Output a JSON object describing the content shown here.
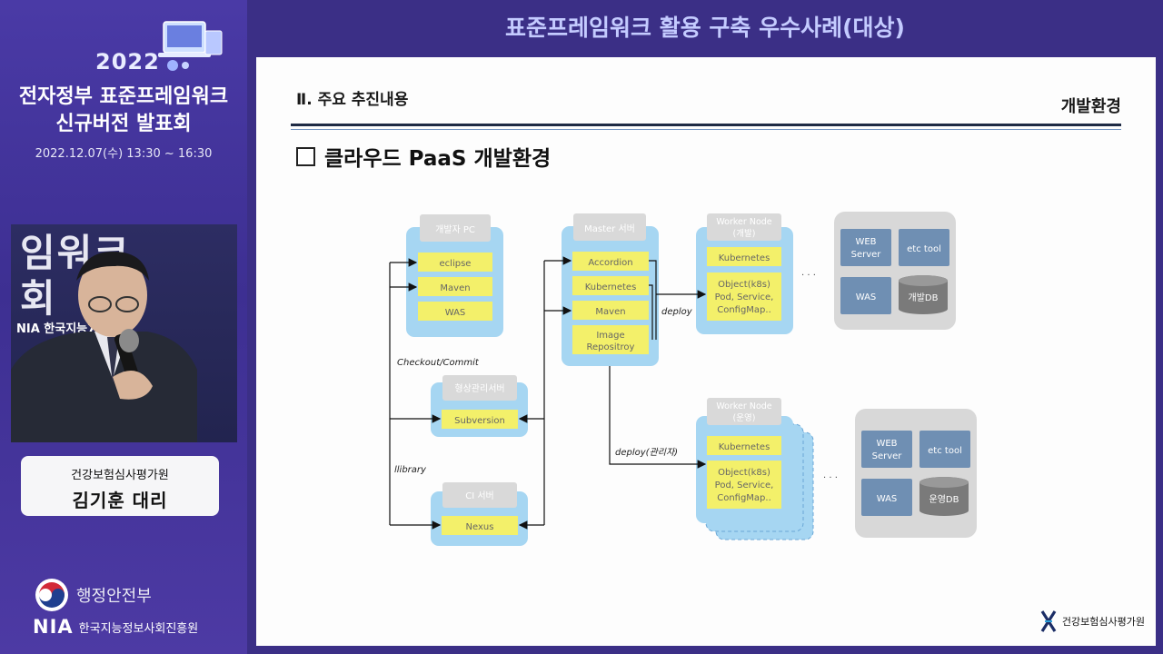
{
  "sidebar": {
    "year": "2022",
    "title_line1": "전자정부 표준프레임워크",
    "title_line2": "신규버전 발표회",
    "date": "2022.12.07(수) 13:30 ~ 16:30",
    "bg_text_line1": "임워크",
    "bg_text_line2": "회",
    "bg_nia": "NIA 한국지능7",
    "speaker_org": "건강보험심사평가원",
    "speaker_name": "김기훈 대리",
    "ministry": "행정안전부",
    "nia_mark": "NIA",
    "nia_name": "한국지능정보사회진흥원"
  },
  "header": {
    "title": "표준프레임워크 활용 구축 우수사례(대상)"
  },
  "slide": {
    "section_title": "Ⅱ. 주요 추진내용",
    "section_label": "개발환경",
    "heading": "클라우드 PaaS 개발환경",
    "footer_org": "건강보험심사평가원",
    "colors": {
      "box": "#a6d6f2",
      "item": "#f3f06a",
      "header": "#d9d9d9",
      "server": "#6f8fb3",
      "db": "#7a7a7a",
      "panel": "#d8d8d8"
    },
    "diagram": {
      "dev_pc": {
        "title": "개발자 PC",
        "items": [
          "eclipse",
          "Maven",
          "WAS"
        ]
      },
      "master": {
        "title": "Master 서버",
        "items": [
          "Accordion",
          "Kubernetes",
          "Maven",
          "Image",
          "Repositroy"
        ]
      },
      "worker_dev": {
        "title1": "Worker Node",
        "title2": "(개발)",
        "k8s": "Kubernetes",
        "obj1": "Object(k8s)",
        "obj2": "Pod, Service,",
        "obj3": "ConfigMap.."
      },
      "worker_ops": {
        "title1": "Worker Node",
        "title2": "(운영)",
        "k8s": "Kubernetes",
        "obj1": "Object(k8s)",
        "obj2": "Pod, Service,",
        "obj3": "ConfigMap.."
      },
      "scm": {
        "title": "형상관리서버",
        "item": "Subversion"
      },
      "ci": {
        "title": "CI 서버",
        "item": "Nexus"
      },
      "env_dev": {
        "web1": "WEB",
        "web2": "Server",
        "etc": "etc tool",
        "was": "WAS",
        "db": "개발DB"
      },
      "env_ops": {
        "web1": "WEB",
        "web2": "Server",
        "etc": "etc tool",
        "was": "WAS",
        "db": "운영DB"
      },
      "labels": {
        "checkout": "Checkout/Commit",
        "library": "llibrary",
        "deploy": "deploy",
        "deploy_admin": "deploy(관리자)",
        "dots": "· · ·"
      }
    }
  }
}
